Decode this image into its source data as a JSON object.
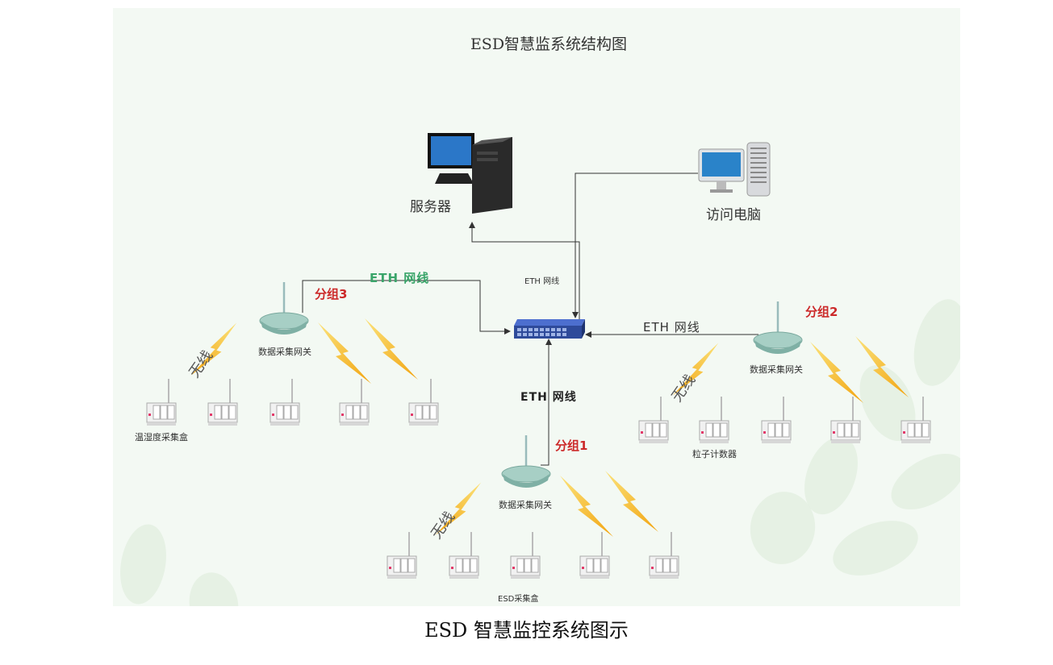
{
  "title": "ESD智慧监系统结构图",
  "caption": "ESD 智慧监控系统图示",
  "server": {
    "label": "服务器"
  },
  "access_pc": {
    "label": "访问电脑"
  },
  "links": {
    "eth_g3": "ETH 网线",
    "eth_small": "ETH 网线",
    "eth_g2": "ETH 网线",
    "eth_g1": "ETH 网线"
  },
  "groups": {
    "g1": {
      "label": "分组1",
      "gateway": "数据采集网关",
      "wireless": "无线",
      "device": "ESD采集盒"
    },
    "g2": {
      "label": "分组2",
      "gateway": "数据采集网关",
      "wireless": "无线",
      "device": "粒子计数器"
    },
    "g3": {
      "label": "分组3",
      "gateway": "数据采集网关",
      "wireless": "无线",
      "device": "温湿度采集盒"
    }
  },
  "colors": {
    "eth_green": "#3aa56a",
    "group_red": "#cc2a2a",
    "switch_blue": "#2e4a9a",
    "router_teal": "#8fbdb3",
    "lightning": "#f2b21a"
  }
}
